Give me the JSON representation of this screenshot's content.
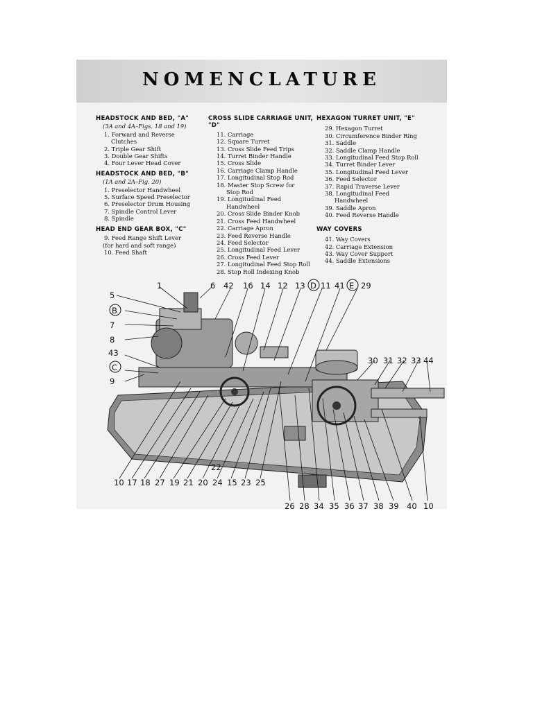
{
  "title": "NOMENCLATURE",
  "columns": [
    {
      "sections": [
        {
          "title": "HEADSTOCK AND BED, \"A\"",
          "subtitle": "(3A and 4A–Figs. 18 and 19)",
          "items": [
            "1. Forward and Reverse",
            "Clutches",
            "2. Triple Gear Shift",
            "3. Double Gear Shifts",
            "4. Four Lever Head Cover"
          ]
        },
        {
          "title": "HEADSTOCK AND BED, \"B\"",
          "subtitle": "(1A and 2A–Fig. 20)",
          "items": [
            "1. Preselector Handwheel",
            "5. Surface Speed Preselector",
            "6. Preselector Drum Housing",
            "7. Spindle Control Lever",
            "8. Spindle"
          ]
        },
        {
          "title": "HEAD END GEAR BOX, \"C\"",
          "subtitle": "",
          "items": [
            "9. Feed Range Shift Lever",
            "(for hard and soft range)",
            "10. Feed Shaft"
          ]
        }
      ]
    },
    {
      "sections": [
        {
          "title": "CROSS SLIDE CARRIAGE UNIT, \"D\"",
          "subtitle": "",
          "items": [
            "11. Carriage",
            "12. Square Turret",
            "13. Cross Slide Feed Trips",
            "14. Turret Binder Handle",
            "15. Cross Slide",
            "16. Carriage Clamp Handle",
            "17. Longitudinal Stop Rod",
            "18. Master Stop Screw for",
            "Stop Rod",
            "19. Longitudinal Feed",
            "Handwheel",
            "20. Cross Slide Binder Knob",
            "21. Cross Feed Handwheel",
            "22. Carriage Apron",
            "23. Feed Reverse Handle",
            "24. Feed Selector",
            "25. Longitudinal Feed Lever",
            "26. Cross Feed Lever",
            "27. Longitudinal Feed Stop Roll",
            "28. Stop Roll Indexing Knob"
          ]
        }
      ]
    },
    {
      "sections": [
        {
          "title": "HEXAGON TURRET UNIT, \"E\"",
          "subtitle": "",
          "items": [
            "29. Hexagon Turret",
            "30. Circumference Binder Ring",
            "31. Saddle",
            "32. Saddle Clamp Handle",
            "33. Longitudinal Feed Stop Roll",
            "34. Turret Binder Lever",
            "35. Longitudinal Feed Lever",
            "36. Feed Selector",
            "37. Rapid Traverse Lever",
            "38. Longitudinal Feed",
            "Handwheel",
            "39. Saddle Apron",
            "40. Feed Reverse Handle"
          ]
        },
        {
          "title": "WAY COVERS",
          "subtitle": "",
          "items": [
            "41. Way Covers",
            "42. Carriage Extension",
            "43. Way Cover Support",
            "44. Saddle Extensions"
          ]
        }
      ]
    }
  ],
  "callouts": {
    "top": [
      "1",
      "6",
      "42",
      "16",
      "14",
      "12",
      "13",
      "D",
      "11",
      "41",
      "E",
      "29"
    ],
    "left": [
      "5",
      "B",
      "7",
      "8",
      "43",
      "C",
      "9"
    ],
    "right": [
      "30",
      "31",
      "32",
      "33",
      "44"
    ],
    "bottom_row1": [
      "10",
      "17",
      "18",
      "27",
      "19",
      "21",
      "20",
      "24",
      "15",
      "23",
      "25"
    ],
    "bottom_row2": [
      "26",
      "28",
      "34",
      "35",
      "36",
      "37",
      "38",
      "39",
      "40",
      "10"
    ],
    "extra": [
      "22"
    ]
  },
  "colors": {
    "page_bg": "#f2f2f2",
    "ink": "#111111",
    "band": "#d8d8d8"
  }
}
